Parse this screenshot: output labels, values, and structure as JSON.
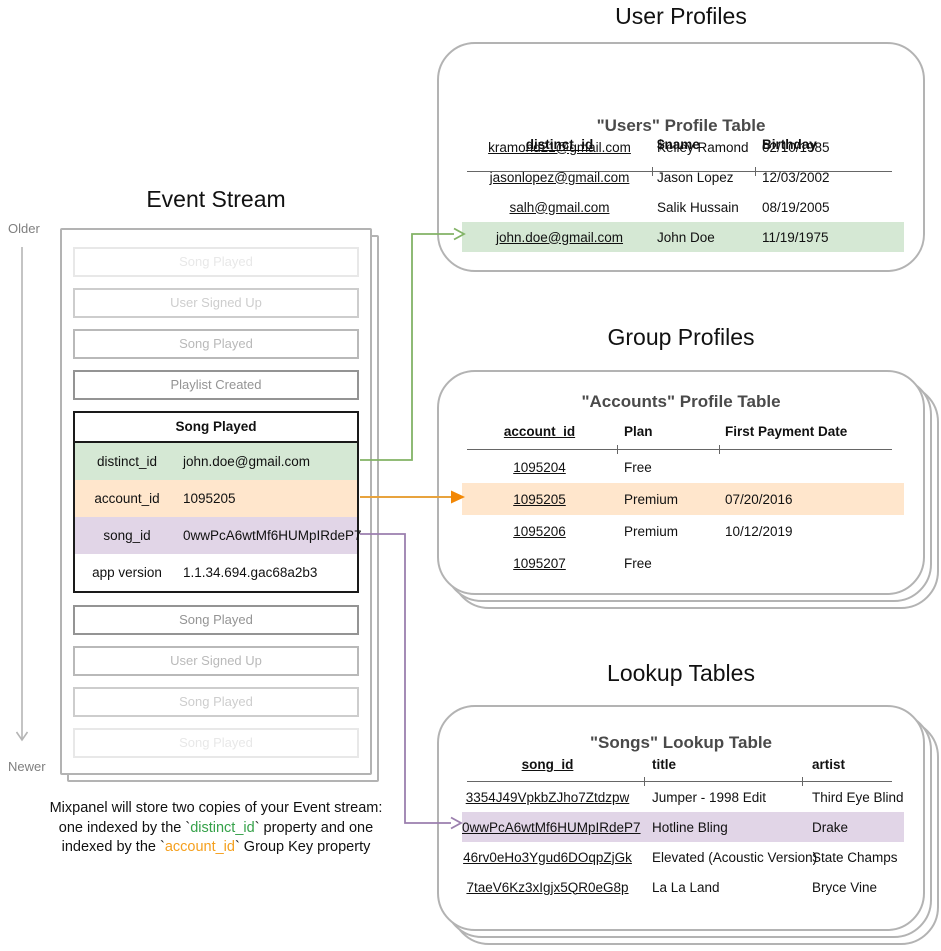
{
  "colors": {
    "box_border": "#b3b3b3",
    "green_fill": "#d5e8d4",
    "green_stroke": "#82b366",
    "orange_fill": "#ffe6cc",
    "orange_stroke": "#e8a33d",
    "orange_arrow": "#f28705",
    "purple_fill": "#e1d5e7",
    "purple_stroke": "#9b7fae",
    "white_fill": "#ffffff",
    "caption_green": "#35a149",
    "caption_orange": "#f5a01e",
    "timeline_gray": "#b5b5b5"
  },
  "event_stream": {
    "title": "Event Stream",
    "older_label": "Older",
    "newer_label": "Newer",
    "ghosts_top": [
      "Song Played",
      "User Signed Up",
      "Song Played",
      "Playlist Created"
    ],
    "detail_title": "Song Played",
    "detail_rows": [
      {
        "key": "distinct_id",
        "value": "john.doe@gmail.com",
        "color": "green"
      },
      {
        "key": "account_id",
        "value": "1095205",
        "color": "orange"
      },
      {
        "key": "song_id",
        "value": "0wwPcA6wtMf6HUMpIRdeP7",
        "color": "purple"
      },
      {
        "key": "app version",
        "value": "1.1.34.694.gac68a2b3",
        "color": "white"
      }
    ],
    "ghosts_bottom": [
      "Song Played",
      "User Signed Up",
      "Song Played",
      "Song Played"
    ]
  },
  "user_profiles": {
    "section_title": "User Profiles",
    "table_title": "\"Users\" Profile Table",
    "columns": [
      "distinct_id",
      "$name",
      "Birthday"
    ],
    "rows": [
      [
        "kramond21@gmail.com",
        "Kelley Ramond",
        "02/10/1985"
      ],
      [
        "jasonlopez@gmail.com",
        "Jason Lopez",
        "12/03/2002"
      ],
      [
        "salh@gmail.com",
        "Salik Hussain",
        "08/19/2005"
      ],
      [
        "john.doe@gmail.com",
        "John Doe",
        "11/19/1975"
      ]
    ],
    "highlight_index": 3,
    "highlight_color": "#d5e8d4"
  },
  "group_profiles": {
    "section_title": "Group Profiles",
    "table_title": "\"Accounts\" Profile Table",
    "columns": [
      "account_id",
      "Plan",
      "First Payment Date"
    ],
    "rows": [
      [
        "1095204",
        "Free",
        ""
      ],
      [
        "1095205",
        "Premium",
        "07/20/2016"
      ],
      [
        "1095206",
        "Premium",
        "10/12/2019"
      ],
      [
        "1095207",
        "Free",
        ""
      ]
    ],
    "highlight_index": 1,
    "highlight_color": "#ffe6cc"
  },
  "lookup_tables": {
    "section_title": "Lookup Tables",
    "table_title": "\"Songs\" Lookup Table",
    "columns": [
      "song_id",
      "title",
      "artist"
    ],
    "rows": [
      [
        "3354J49VpkbZJho7Ztdzpw",
        "Jumper - 1998 Edit",
        "Third Eye Blind"
      ],
      [
        "0wwPcA6wtMf6HUMpIRdeP7",
        "Hotline Bling",
        "Drake"
      ],
      [
        "46rv0eHo3Ygud6DOqpZjGk",
        "Elevated (Acoustic Version)",
        "State Champs"
      ],
      [
        "7taeV6Kz3xIgjx5QR0eG8p",
        "La La Land",
        "Bryce Vine"
      ]
    ],
    "highlight_index": 1,
    "highlight_color": "#e1d5e7"
  },
  "caption": {
    "line1": "Mixpanel will store two copies of your Event stream:",
    "line2_pre": "one indexed by the `",
    "line2_green": "distinct_id",
    "line2_post": "` property and one",
    "line3_pre": "indexed by the `",
    "line3_orange": "account_id",
    "line3_post": "` Group Key property"
  }
}
